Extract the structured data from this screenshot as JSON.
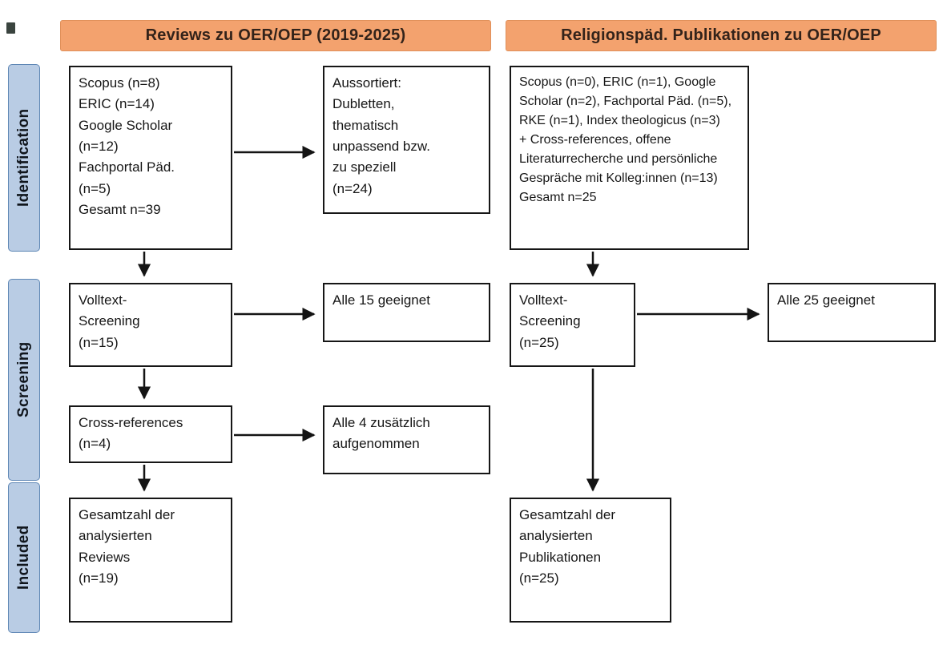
{
  "diagram": {
    "headers": {
      "left": "Reviews zu OER/OEP (2019-2025)",
      "right": "Religionspäd. Publikationen zu OER/OEP"
    },
    "stages": {
      "identification": "Identification",
      "screening": "Screening",
      "included": "Included"
    },
    "left_flow": {
      "sources": "Scopus (n=8)\nERIC (n=14)\nGoogle Scholar\n(n=12)\nFachportal Päd.\n(n=5)\nGesamt n=39",
      "excluded": "Aussortiert:\nDubletten,\nthematisch\nunpassend bzw.\nzu speziell\n(n=24)",
      "screening": "Volltext-\nScreening\n(n=15)",
      "screening_result": "Alle 15 geeignet",
      "cross_references": "Cross-references\n(n=4)",
      "cross_references_result": "Alle 4 zusätzlich\naufgenommen",
      "total": "Gesamtzahl der\nanalysierten\nReviews\n(n=19)"
    },
    "right_flow": {
      "sources_part1": "Scopus (n=0), ERIC (n=1), Google Scholar (n=2), Fachportal Päd. (n=5), RKE (n=1), Index theologicus (n=3)",
      "sources_part2": "+ Cross-references, offene Literaturrecherche und persönliche Gespräche mit Kolleg:innen (n=13)",
      "sources_part3": "Gesamt n=25",
      "screening": "Volltext-\nScreening\n(n=25)",
      "screening_result": "Alle 25 geeignet",
      "total": "Gesamtzahl der\nanalysierten\nPublikationen\n(n=25)"
    },
    "colors": {
      "header_bg": "#f3a26e",
      "header_border": "#e0905a",
      "header_text": "#33231a",
      "stage_bg": "#b9cce4",
      "stage_border": "#5f87b5",
      "box_border": "#161616",
      "arrow_color": "#141414"
    }
  }
}
